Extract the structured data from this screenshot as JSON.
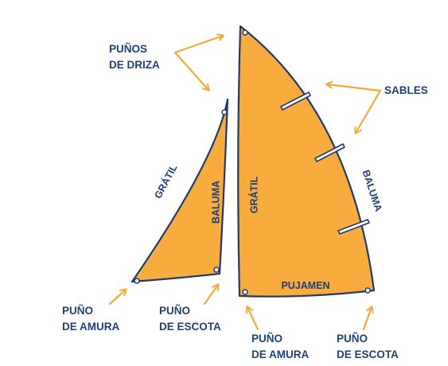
{
  "colors": {
    "sail_fill": "#f8ac3e",
    "sail_stroke": "#1e3a6e",
    "label_text": "#1e3f7a",
    "arrow": "#f5a93a",
    "batten_fill": "#ffffff"
  },
  "labels": {
    "punos_de_driza": [
      "PUÑOS",
      "DE DRIZA"
    ],
    "sables": "SABLES",
    "gratil_small": "GRÁTIL",
    "baluma_small": "BALUMA",
    "gratil_large": "GRÁTIL",
    "baluma_large": "BALUMA",
    "pujamen": "PUJAMEN",
    "puno_de_amura_left": [
      "PUÑO",
      "DE AMURA"
    ],
    "puno_de_escota_left": [
      "PUÑO",
      "DE ESCOTA"
    ],
    "puno_de_amura_bottom": [
      "PUÑO",
      "DE AMURA"
    ],
    "puno_de_escota_bottom": [
      "PUÑO",
      "DE ESCOTA"
    ]
  }
}
